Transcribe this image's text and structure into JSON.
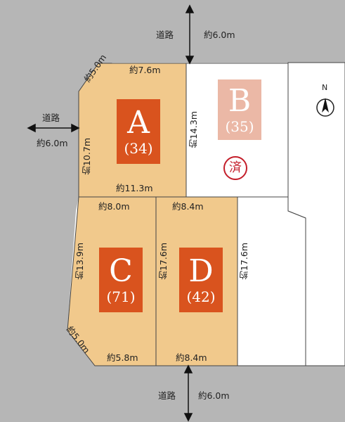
{
  "roads": {
    "top": {
      "label": "道路",
      "width": "約6.0m"
    },
    "left": {
      "label": "道路",
      "width": "約6.0m"
    },
    "bottom": {
      "label": "道路",
      "width": "約6.0m"
    }
  },
  "compass": {
    "label": "N",
    "icon": "north-arrow-icon"
  },
  "lots": {
    "a": {
      "letter": "A",
      "number": "(34)",
      "status": "available",
      "dims": {
        "top": "約7.6m",
        "corner": "約5.0m",
        "left": "約10.7m",
        "bottom": "約11.3m"
      }
    },
    "b": {
      "letter": "B",
      "number": "(35)",
      "status": "sold",
      "seal": "済",
      "dims": {
        "left": "約14.3m"
      }
    },
    "c": {
      "letter": "C",
      "number": "(71)",
      "status": "available",
      "dims": {
        "top": "約8.0m",
        "left": "約13.9m",
        "corner": "約5.0m",
        "bottom": "約5.8m"
      }
    },
    "d": {
      "letter": "D",
      "number": "(42)",
      "status": "available",
      "dims": {
        "top": "約8.4m",
        "left": "約17.6m",
        "right": "約17.6m",
        "bottom": "約8.4m"
      }
    }
  },
  "colors": {
    "road": "#b6b6b6",
    "lot_available": "#f1c98c",
    "lot_label": "#d9531e",
    "lot_sold_label": "#ebb8a6",
    "seal": "#c41e2a"
  }
}
